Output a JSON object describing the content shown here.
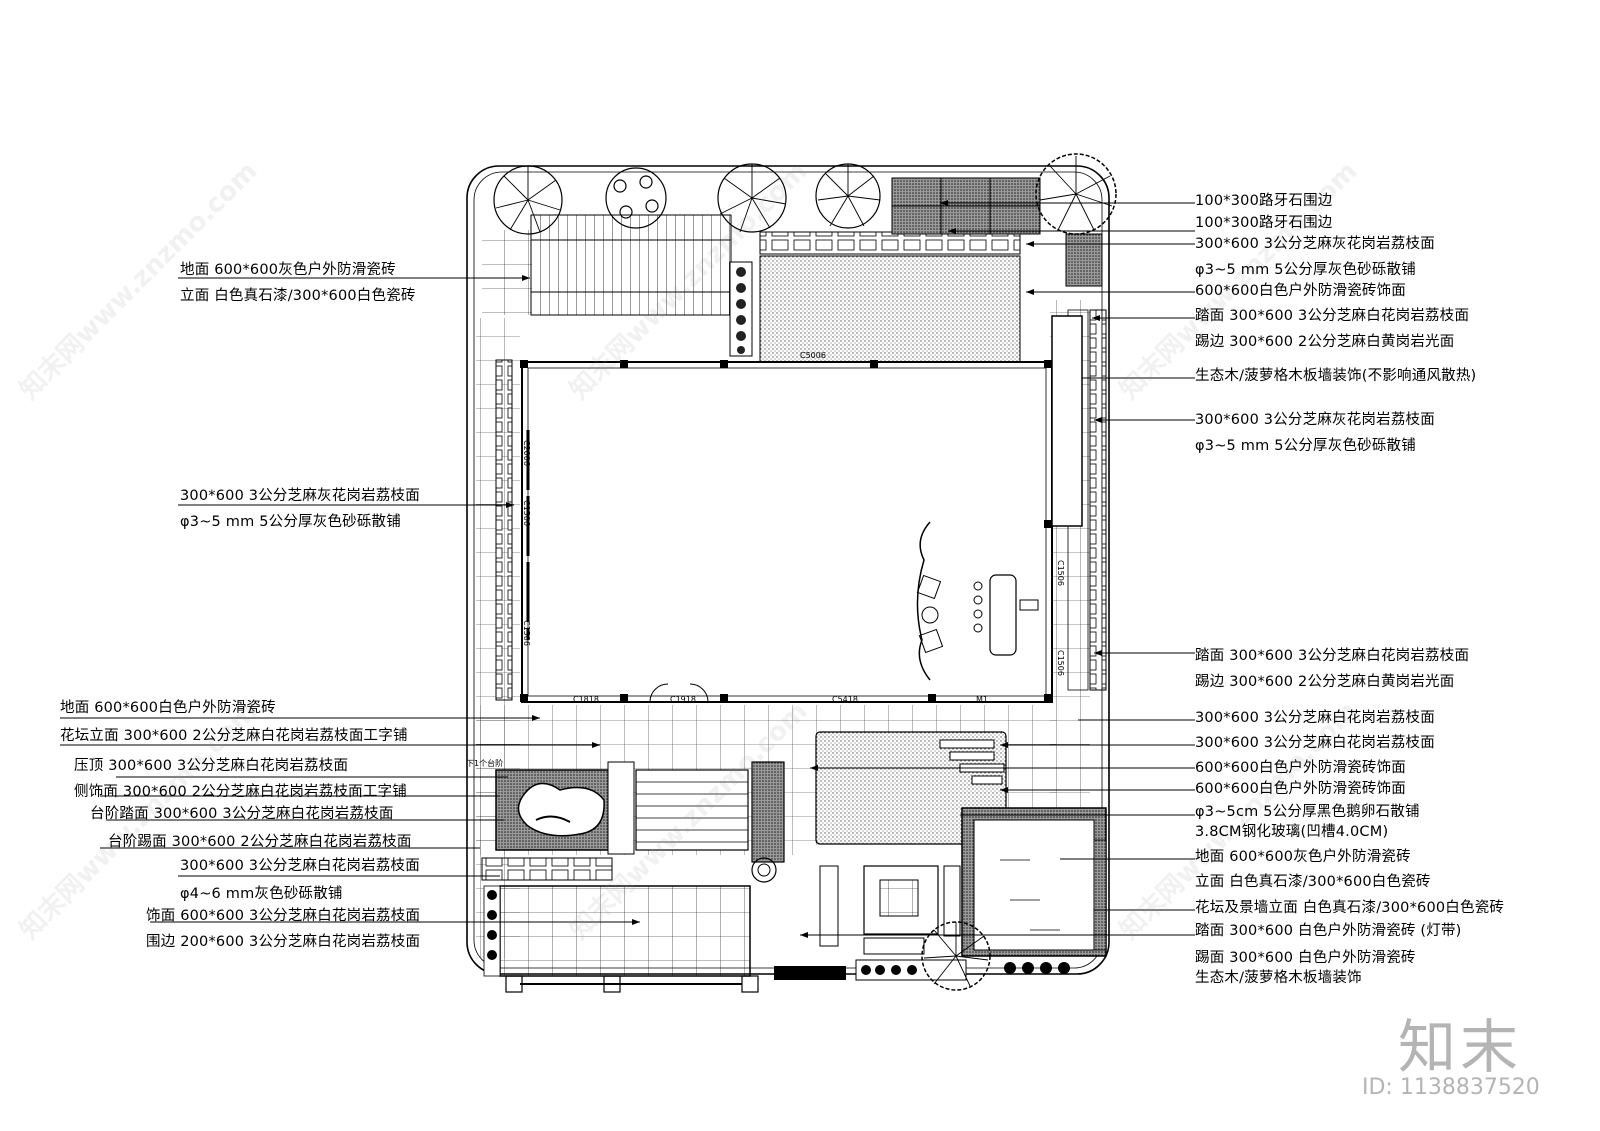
{
  "left_labels": [
    "地面 600*600灰色户外防滑瓷砖",
    "立面 白色真石漆/300*600白色瓷砖",
    "300*600 3公分芝麻灰花岗岩荔枝面",
    "φ3~5 mm 5公分厚灰色砂砾散铺",
    "地面 600*600白色户外防滑瓷砖",
    "花坛立面 300*600 2公分芝麻白花岗岩荔枝面工字铺",
    "压顶   300*600 3公分芝麻白花岗岩荔枝面",
    "侧饰面 300*600 2公分芝麻白花岗岩荔枝面工字铺",
    "台阶踏面 300*600 3公分芝麻白花岗岩荔枝面",
    "台阶踢面 300*600 2公分芝麻白花岗岩荔枝面",
    "300*600 3公分芝麻白花岗岩荔枝面",
    "φ4~6 mm灰色砂砾散铺",
    "饰面 600*600 3公分芝麻白花岗岩荔枝面",
    "围边 200*600 3公分芝麻白花岗岩荔枝面"
  ],
  "right_labels": [
    "100*300路牙石围边",
    "100*300路牙石围边",
    "300*600 3公分芝麻灰花岗岩荔枝面",
    "φ3~5 mm 5公分厚灰色砂砾散铺",
    "600*600白色户外防滑瓷砖饰面",
    "踏面 300*600 3公分芝麻白花岗岩荔枝面",
    "踢边 300*600 2公分芝麻白黄岗岩光面",
    "生态木/菠萝格木板墙装饰(不影响通风散热)",
    "300*600 3公分芝麻灰花岗岩荔枝面",
    "φ3~5 mm 5公分厚灰色砂砾散铺",
    "踏面 300*600 3公分芝麻白花岗岩荔枝面",
    "踢边 300*600 2公分芝麻白黄岗岩光面",
    "300*600 3公分芝麻白花岗岩荔枝面",
    "300*600 3公分芝麻白花岗岩荔枝面",
    "600*600白色户外防滑瓷砖饰面",
    "600*600白色户外防滑瓷砖饰面",
    "φ3~5cm 5公分厚黑色鹅卵石散铺",
    "3.8CM钢化玻璃(凹槽4.0CM)",
    "地面 600*600灰色户外防滑瓷砖",
    "立面 白色真石漆/300*600白色瓷砖",
    "花坛及景墙立面 白色真石漆/300*600白色瓷砖",
    "踏面 300*600 白色户外防滑瓷砖 (灯带)",
    "踢面 300*600 白色户外防滑瓷砖",
    "生态木/菠萝格木板墙装饰"
  ],
  "plan_marks": {
    "window_c1818": "C1818",
    "window_c1918": "C1918",
    "window_c5418": "C5418",
    "door_m1": "M1",
    "window_c1506_a": "C1506",
    "window_c1506_b": "C1506",
    "window_c1506_c": "C1506",
    "window_c1506_d": "C1506",
    "window_c5006": "C5006",
    "window_c2006": "C2006",
    "step_note": "下1个台阶"
  },
  "watermark": {
    "text": "知末网www.znzmo.com",
    "brand": "知末",
    "id_text": "ID: 1138837520"
  }
}
